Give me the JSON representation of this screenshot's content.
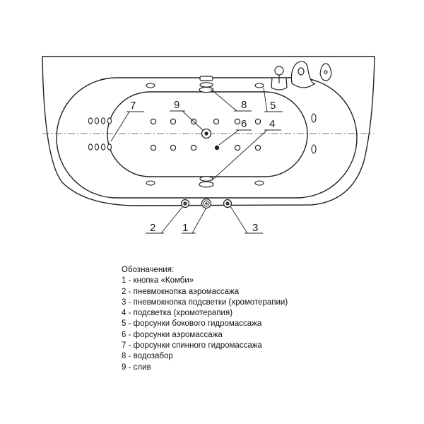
{
  "callouts": {
    "c1": "1",
    "c2": "2",
    "c3": "3",
    "c4": "4",
    "c5": "5",
    "c6": "6",
    "c7": "7",
    "c8": "8",
    "c9": "9"
  },
  "legend": {
    "title": "Обозначения:",
    "items": [
      "1 - кнопка «Комби»",
      "2 - пневмокнопка аэромассажа",
      "3 - пневмокнопка подсветки (хромотерапии)",
      "4 - подсветка (хромотерапия)",
      "5 - форсунки бокового гидромассажа",
      "6 - форсунки аэромассажа",
      "7 - форсунки спинного гидромассажа",
      "8 - водозабор",
      "9 - слив"
    ]
  }
}
